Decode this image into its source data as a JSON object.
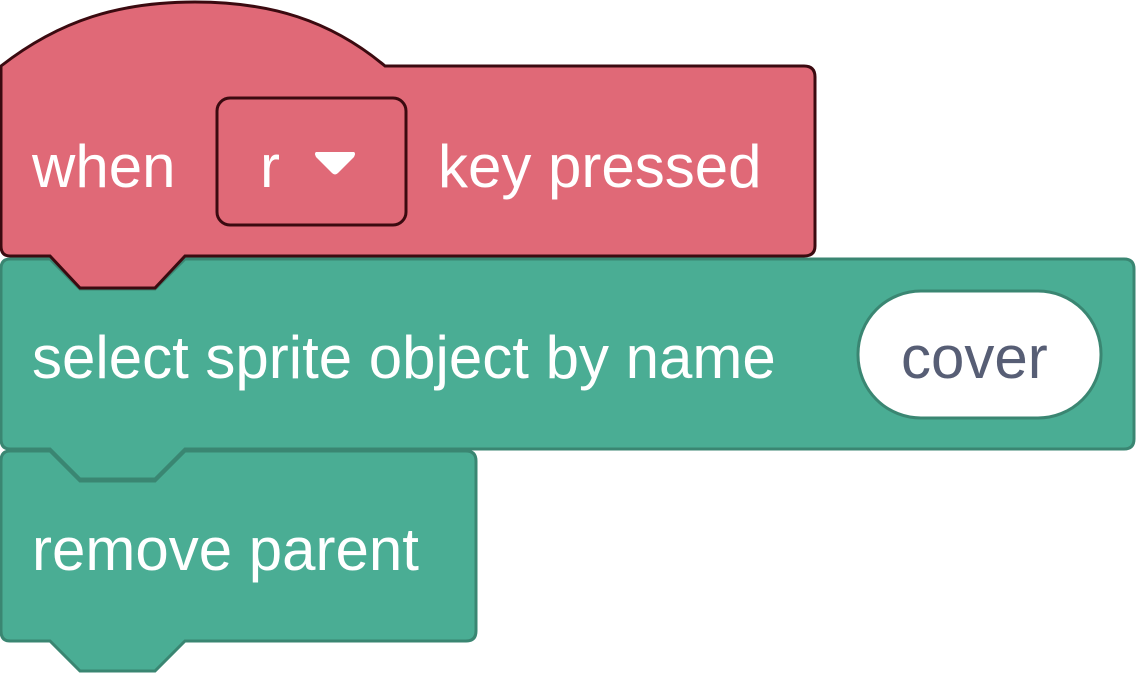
{
  "script": {
    "hat_block": {
      "label_when": "when",
      "key_dropdown_value": "r",
      "label_key_pressed": "key pressed",
      "color": "#e06977",
      "border_color": "#3b0a10"
    },
    "select_block": {
      "label": "select sprite object by name",
      "name_input_value": "cover",
      "color": "#4aad94",
      "border_color": "#3a8672"
    },
    "remove_block": {
      "label": "remove parent",
      "color": "#4aad94",
      "border_color": "#3a8672"
    },
    "icons": {
      "dropdown": "dropdown-triangle-icon"
    }
  }
}
